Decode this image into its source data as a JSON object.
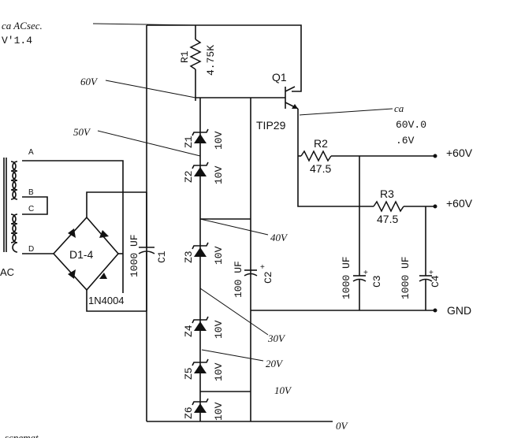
{
  "notes": {
    "ac_sec": "ca ACsec.",
    "version": "V'1.4",
    "ca_out": "ca",
    "v0": "60V.0",
    "v6": ".6V",
    "bottom_cut": "scnemat"
  },
  "nodes": {
    "n60": "60V",
    "n50": "50V",
    "n40": "40V",
    "n30": "30V",
    "n20": "20V",
    "n10": "10V",
    "n0": "0V"
  },
  "resistors": {
    "r1_name": "R1",
    "r1_val": "4.75K",
    "r2_name": "R2",
    "r2_val": "47.5",
    "r3_name": "R3",
    "r3_val": "47.5"
  },
  "transistor": {
    "name": "Q1",
    "part": "TIP29"
  },
  "zeners": [
    {
      "name": "Z1",
      "val": "10V"
    },
    {
      "name": "Z2",
      "val": "10V"
    },
    {
      "name": "Z3",
      "val": "10V"
    },
    {
      "name": "Z4",
      "val": "10V"
    },
    {
      "name": "Z5",
      "val": "10V"
    },
    {
      "name": "Z6",
      "val": "10V"
    }
  ],
  "capacitors": {
    "c1_name": "C1",
    "c1_val": "1000 UF",
    "c2_name": "C2",
    "c2_val": "100 UF",
    "c3_name": "C3",
    "c3_val": "1000 UF",
    "c4_name": "C4",
    "c4_val": "1000 UF"
  },
  "bridge": {
    "name": "D1-4",
    "part": "1N4004"
  },
  "transformer": {
    "a": "A",
    "b": "B",
    "c": "C",
    "d": "D",
    "ac": "AC"
  },
  "outputs": {
    "out1": "+60V",
    "out2": "+60V",
    "gnd": "GND"
  }
}
